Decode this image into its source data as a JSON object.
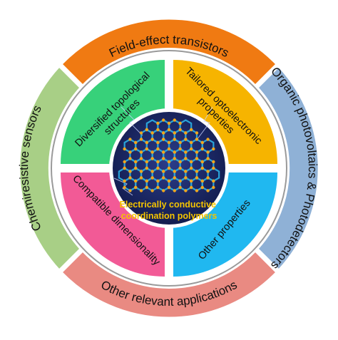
{
  "outer_ring": {
    "top_label": "Field-effect transistors",
    "right_label": "Organic photovoltaics & Photodetectors",
    "bottom_label": "Other relevant applications",
    "left_label": "Chemiresistive sensors",
    "colors": {
      "top": "#f07a12",
      "right": "#8fb1d6",
      "bottom": "#e98a82",
      "left": "#a8cf86"
    }
  },
  "inner_ring": {
    "top_left_label": [
      "Diversified topological",
      "structures"
    ],
    "top_right_label": [
      "Tailored optoelectronic",
      "properties"
    ],
    "bottom_right_label": "Other properties",
    "bottom_left_label": "Compatible dimensionality",
    "colors": {
      "top_left": "#37d17a",
      "top_right": "#f6b400",
      "bottom_right": "#20b8f0",
      "bottom_left": "#f25a96"
    }
  },
  "center": {
    "line1": "Electrically conductive",
    "line2": "coordination polymers",
    "colors": {
      "background": "#1d2a6b",
      "node": "#f0a51c",
      "link": "#2aa3d8",
      "text": "#f5c400"
    }
  }
}
